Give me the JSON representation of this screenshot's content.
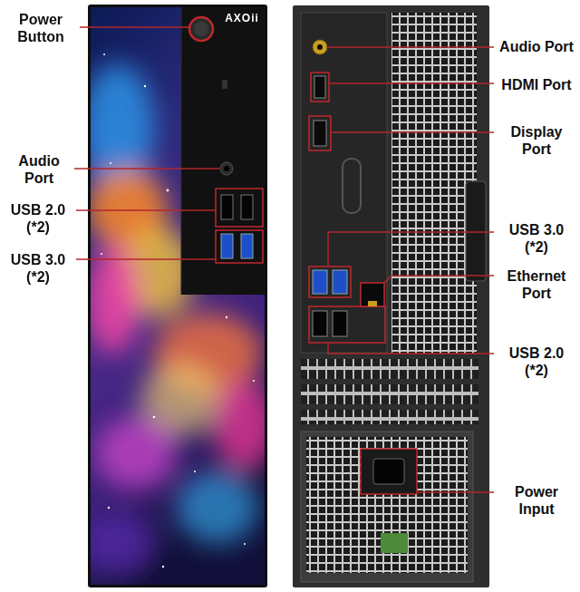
{
  "diagram": {
    "labels": [
      "Power Button",
      "AXOii",
      "Audio Port",
      "USB 2.0 (*2)",
      "USB 3.0 (*2)",
      "Audio Port",
      "HDMI Port",
      "Display Port",
      "USB 3.0 (*2)",
      "Ethernet Port",
      "USB 2.0 (*2)",
      "Power Input"
    ]
  }
}
